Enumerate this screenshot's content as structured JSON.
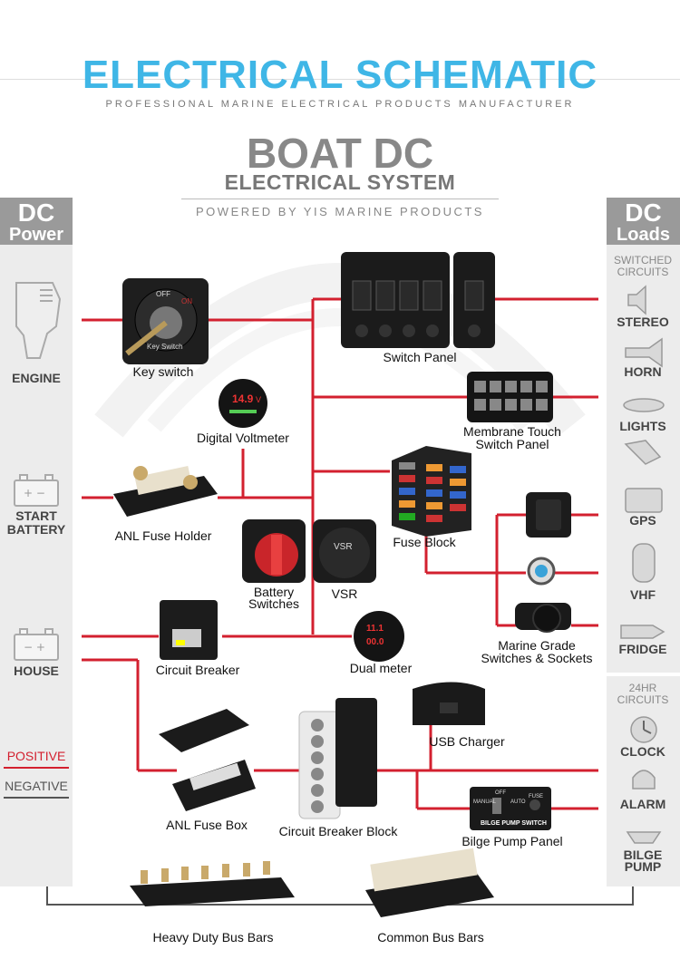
{
  "header": {
    "title": "ELECTRICAL SCHEMATIC",
    "subtitle": "PROFESSIONAL MARINE ELECTRICAL PRODUCTS MANUFACTURER",
    "main_line1": "BOAT DC",
    "main_line2": "ELECTRICAL SYSTEM",
    "powered_by": "POWERED BY YIS MARINE PRODUCTS"
  },
  "left_panel": {
    "head_line1": "DC",
    "head_line2": "Power",
    "items": [
      "ENGINE",
      "START\nBATTERY",
      "HOUSE"
    ],
    "legend_positive": "POSITIVE",
    "legend_negative": "NEGATIVE"
  },
  "right_panel": {
    "head_line1": "DC",
    "head_line2": "Loads",
    "switched_header": "SWITCHED\nCIRCUITS",
    "switched_items": [
      "STEREO",
      "HORN",
      "LIGHTS",
      "GPS",
      "VHF",
      "FRIDGE"
    ],
    "hr24_header": "24HR\nCIRCUITS",
    "hr24_items": [
      "CLOCK",
      "ALARM",
      "BILGE\nPUMP"
    ]
  },
  "components": {
    "key_switch": "Key switch",
    "switch_panel": "Switch Panel",
    "digital_voltmeter": "Digital Voltmeter",
    "membrane_panel": "Membrane Touch\nSwitch Panel",
    "anl_fuse_holder": "ANL Fuse Holder",
    "fuse_block": "Fuse Block",
    "battery_switches": "Battery\nSwitches",
    "vsr": "VSR",
    "marine_grade": "Marine Grade\nSwitches & Sockets",
    "circuit_breaker": "Circuit Breaker",
    "dual_meter": "Dual meter",
    "usb_charger": "USB Charger",
    "anl_fuse_box": "ANL Fuse Box",
    "circuit_breaker_block": "Circuit Breaker Block",
    "bilge_pump_panel": "Bilge Pump Panel",
    "heavy_bus_bars": "Heavy Duty Bus Bars",
    "common_bus_bars": "Common Bus Bars"
  },
  "device_text": {
    "key_off": "OFF",
    "key_on": "ON",
    "key_switch_text": "Key Switch",
    "voltmeter_reading": "14.9",
    "voltmeter_unit": "V",
    "dual_v": "11.1",
    "dual_a": "00.0",
    "vsr_text": "VSR",
    "bilge_text": "BILGE PUMP SWITCH",
    "bilge_manual": "MANUAL",
    "bilge_off": "OFF",
    "bilge_auto": "AUTO",
    "bilge_fuse": "FUSE"
  },
  "colors": {
    "title": "#3fb6e6",
    "wire_positive": "#d3202f",
    "wire_negative": "#555555",
    "panel_bg": "#ececec",
    "panel_head": "#9a9a9a"
  }
}
